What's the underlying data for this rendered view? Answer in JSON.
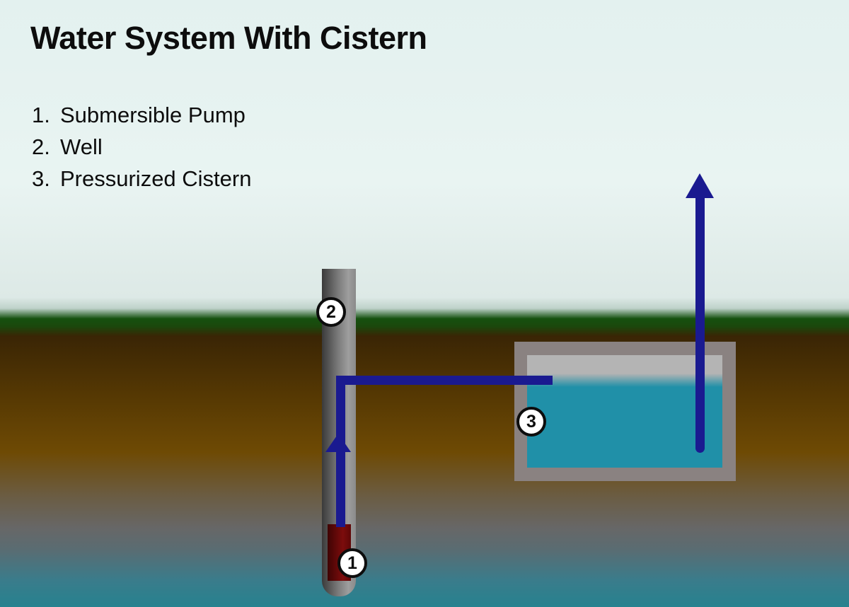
{
  "title": "Water System With Cistern",
  "legend": {
    "items": [
      {
        "num": "1.",
        "label": "Submersible Pump"
      },
      {
        "num": "2.",
        "label": "Well"
      },
      {
        "num": "3.",
        "label": "Pressurized Cistern"
      }
    ]
  },
  "diagram": {
    "callouts": {
      "pump": "1",
      "well": "2",
      "cistern": "3"
    },
    "colors": {
      "sky": "#e3f1ef",
      "grass": "#15510f",
      "soil_dark": "#3a2505",
      "soil": "#6e4a04",
      "subsoil_gray": "#676767",
      "groundwater": "#26828f",
      "pipe_blue": "#1a1a90",
      "well_casing_gray": "#777777",
      "cistern_wall_gray": "#8a8281",
      "cistern_airgap_gray": "#b4b4b4",
      "cistern_water_teal": "#2090a8",
      "pump_red": "#7c0c0c"
    }
  }
}
